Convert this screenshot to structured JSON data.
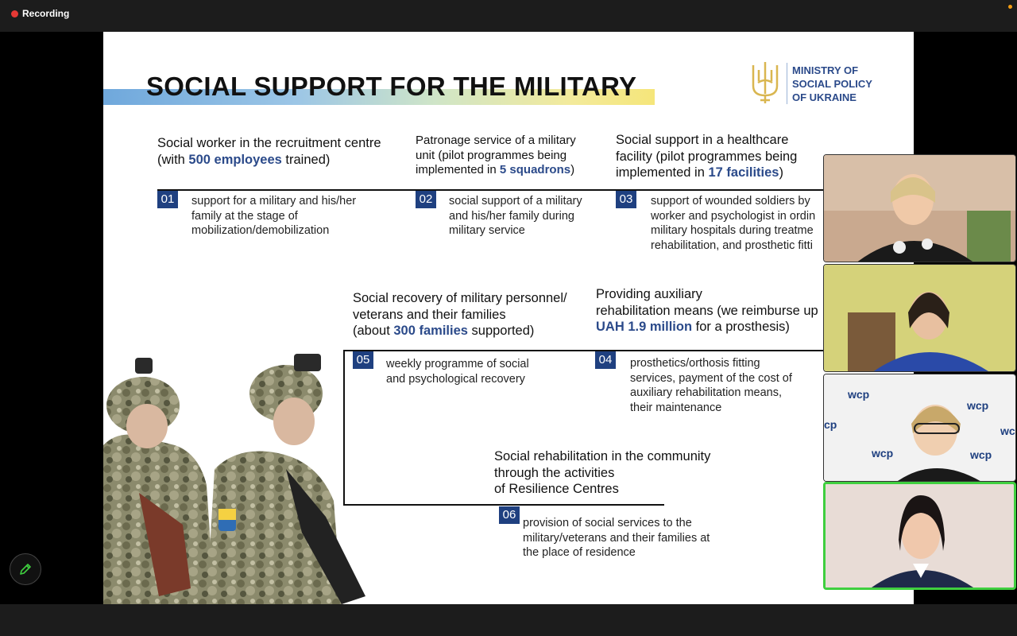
{
  "recording": {
    "label": "Recording"
  },
  "slide": {
    "title": "SOCIAL SUPPORT FOR THE MILITARY",
    "ministry": [
      "MINISTRY OF",
      "SOCIAL POLICY",
      "OF UKRAINE"
    ],
    "b1": {
      "pre": "Social worker in the recruitment centre",
      "pre2": "(with ",
      "bold": "500 employees",
      "post": " trained)"
    },
    "b2": {
      "pre": "Patronage service of a military",
      "pre2": "unit (pilot programmes being",
      "pre3": "implemented in ",
      "bold": "5 squadrons",
      "post": ")"
    },
    "b3": {
      "pre": "Social support in a healthcare",
      "pre2": "facility (pilot programmes being",
      "pre3": "implemented in ",
      "bold": "17 facilities",
      "post": ")"
    },
    "b5": {
      "pre": "Social recovery of military personnel/",
      "pre2": "veterans and their families",
      "pre3": "(about ",
      "bold": "300 families",
      "post": " supported)"
    },
    "b4": {
      "pre": "Providing auxiliary",
      "pre2": "rehabilitation means (we reimburse up",
      "bold": "UAH 1.9 million",
      "post": " for a prosthesis)"
    },
    "b6": {
      "pre": "Social rehabilitation in the community",
      "pre2": "through the activities",
      "pre3": "of Resilience Centres"
    },
    "items": [
      {
        "num": "01",
        "l1": " support for a military and his/her",
        "l2": "family at the stage of",
        "l3": "mobilization/demobilization"
      },
      {
        "num": "02",
        "l1": "social support of a military",
        "l2": "and his/her family during",
        "l3": "military service"
      },
      {
        "num": "03",
        "l1": "support of wounded soldiers by",
        "l2": "worker and psychologist in ordin",
        "l3": "military hospitals during treatme",
        "l4": "rehabilitation, and prosthetic fitti"
      },
      {
        "num": "05",
        "l1": "weekly programme of social",
        "l2": "and psychological recovery"
      },
      {
        "num": "04",
        "l1": "prosthetics/orthosis fitting",
        "l2": "services, payment of the cost of",
        "l3": "auxiliary rehabilitation means,",
        "l4": "their maintenance"
      },
      {
        "num": "06",
        "l1": "provision of social services to the",
        "l2": "military/veterans and their families at",
        "l3": "the place of residence"
      }
    ]
  },
  "participants": [
    {
      "icon": "participant-video-1"
    },
    {
      "icon": "participant-video-2"
    },
    {
      "icon": "participant-video-3",
      "brand": "wcp"
    },
    {
      "icon": "participant-video-4",
      "active": true
    }
  ],
  "colors": {
    "accent": "#2b4a8a",
    "badge": "#1f4080",
    "active_speaker": "#3fcf3f",
    "recording": "#e53935"
  },
  "tools": {
    "annotate": "pencil-icon"
  }
}
